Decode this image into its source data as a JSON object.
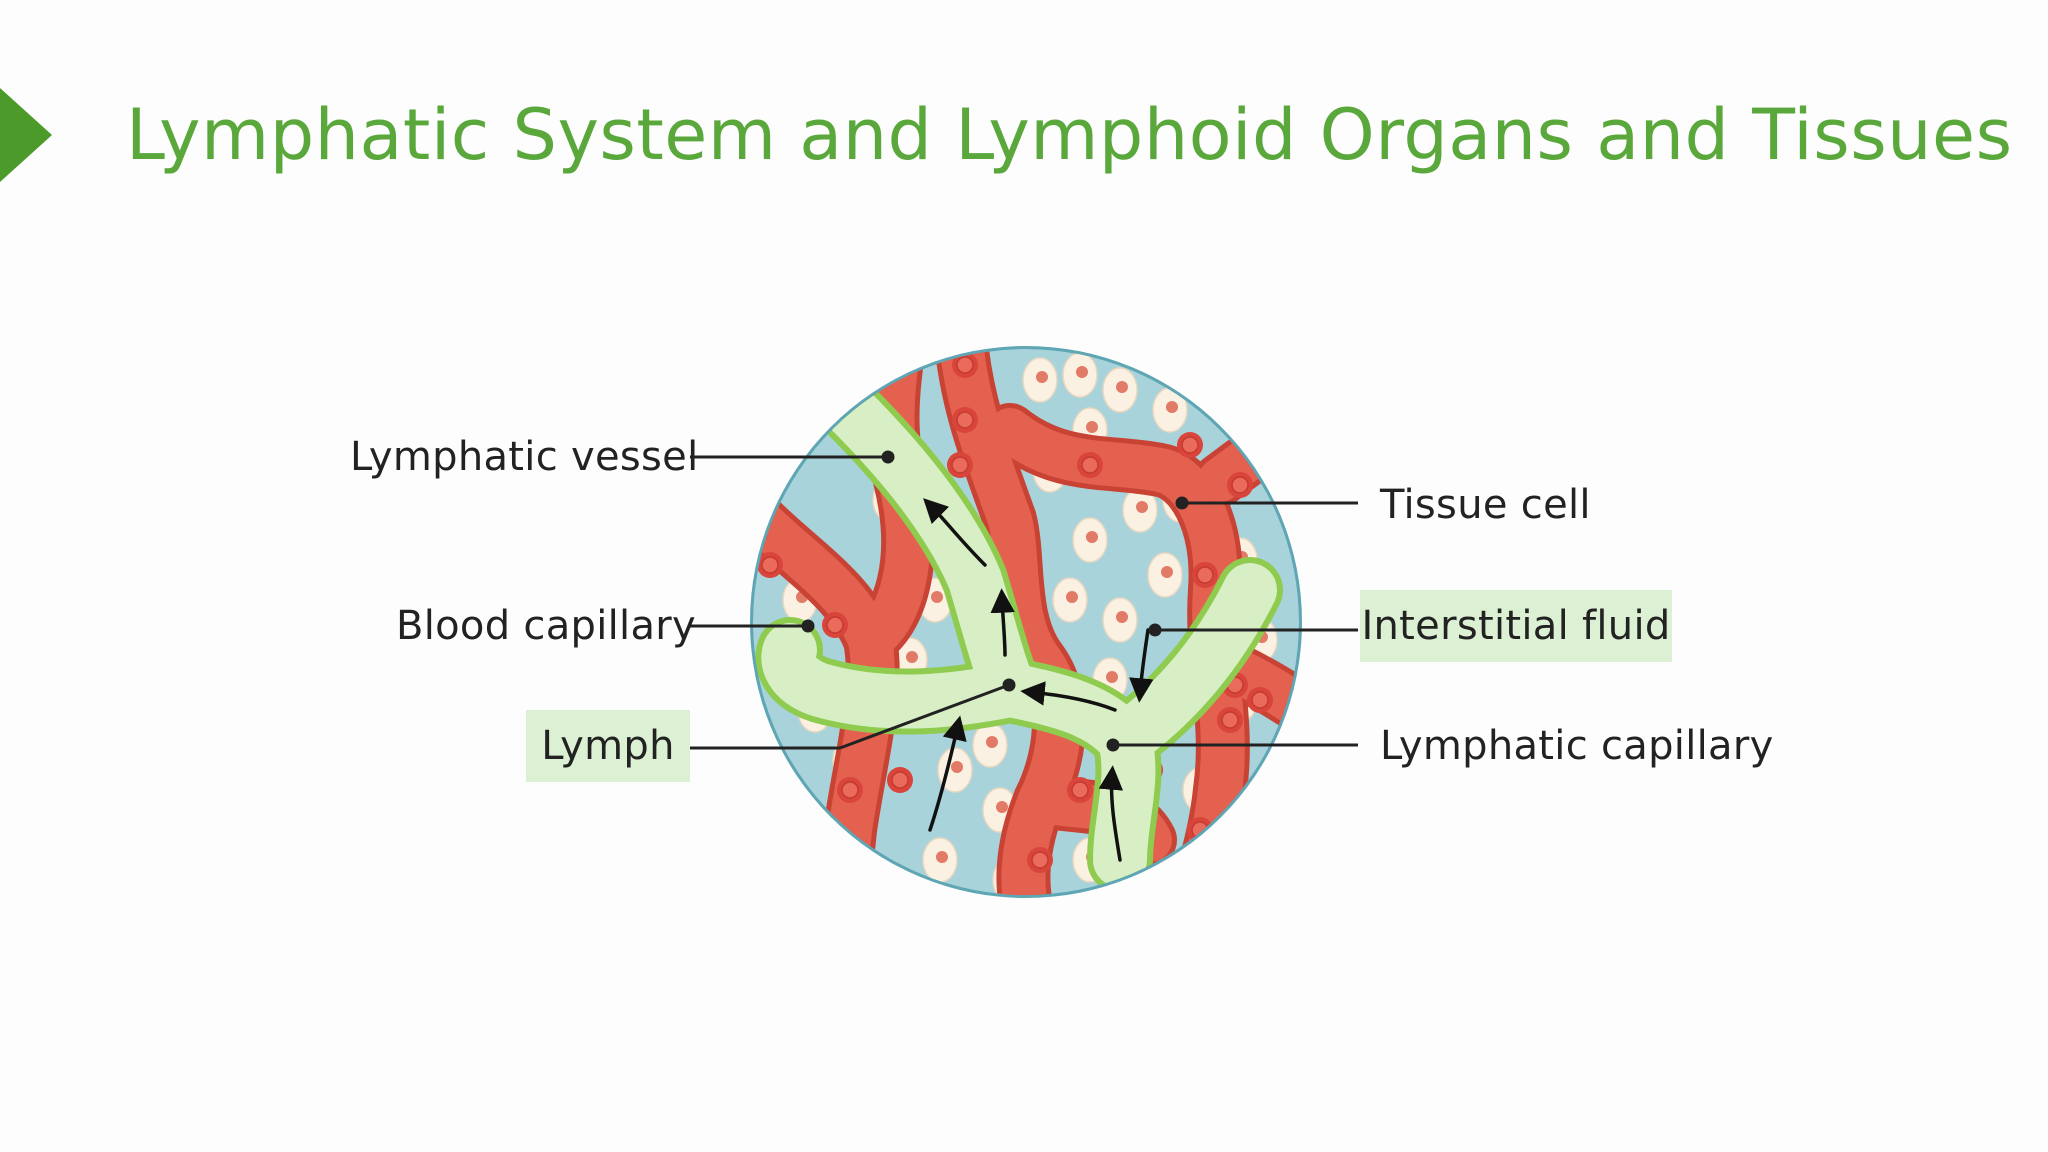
{
  "slide": {
    "title": "Lymphatic System and Lymphoid Organs and Tissues"
  },
  "labels": {
    "lymphatic_vessel": "Lymphatic vessel",
    "blood_capillary": "Blood capillary",
    "lymph": "Lymph",
    "tissue_cell": "Tissue cell",
    "interstitial_fluid": "Interstitial fluid",
    "lymphatic_capillary": "Lymphatic capillary"
  },
  "colors": {
    "title_green": "#5aa83c",
    "highlight_green": "#dcf1d3",
    "blood_red": "#e4604f",
    "lymph_light": "#d8efc5",
    "lymph_outline": "#8fcb4e",
    "fluid_blue": "#a9d3db",
    "rim_blue": "#5fa6b4"
  },
  "icons": {
    "title_marker": "right-triangle-icon"
  }
}
